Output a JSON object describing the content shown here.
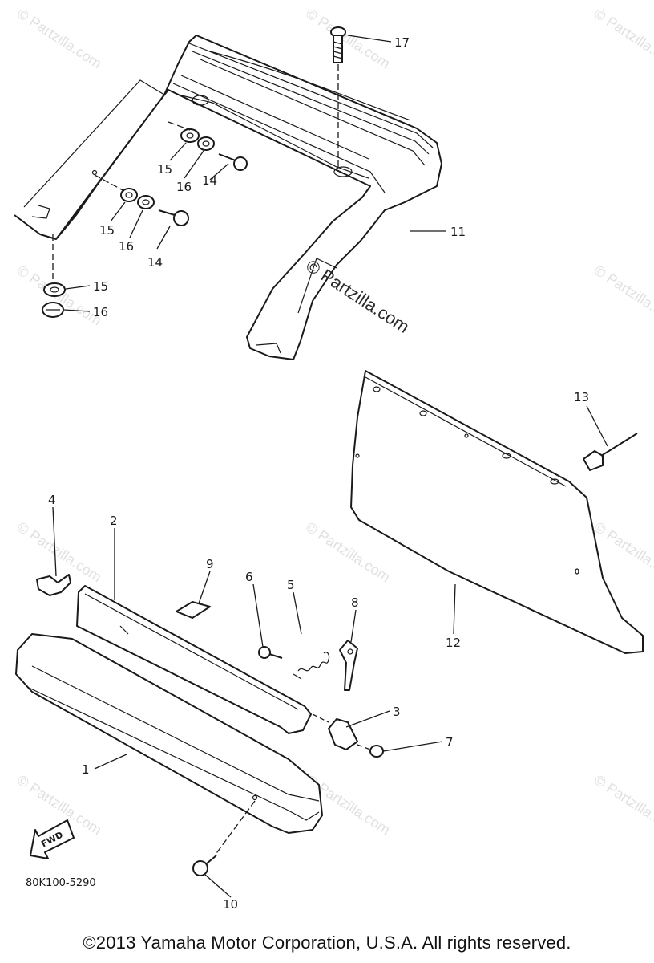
{
  "watermark": {
    "text": "© Partzilla.com"
  },
  "diagram": {
    "code": "80K100-5290",
    "fwd_label": "FWD",
    "callouts": {
      "c1": "1",
      "c2": "2",
      "c3": "3",
      "c4": "4",
      "c5": "5",
      "c6": "6",
      "c7": "7",
      "c8": "8",
      "c9": "9",
      "c10": "10",
      "c11": "11",
      "c12": "12",
      "c13": "13",
      "c14a": "14",
      "c14b": "14",
      "c15a": "15",
      "c15b": "15",
      "c15c": "15",
      "c16a": "16",
      "c16b": "16",
      "c16c": "16",
      "c17": "17"
    }
  },
  "footer": {
    "copyright": "©2013  Yamaha Motor Corporation, U.S.A. All rights reserved."
  }
}
